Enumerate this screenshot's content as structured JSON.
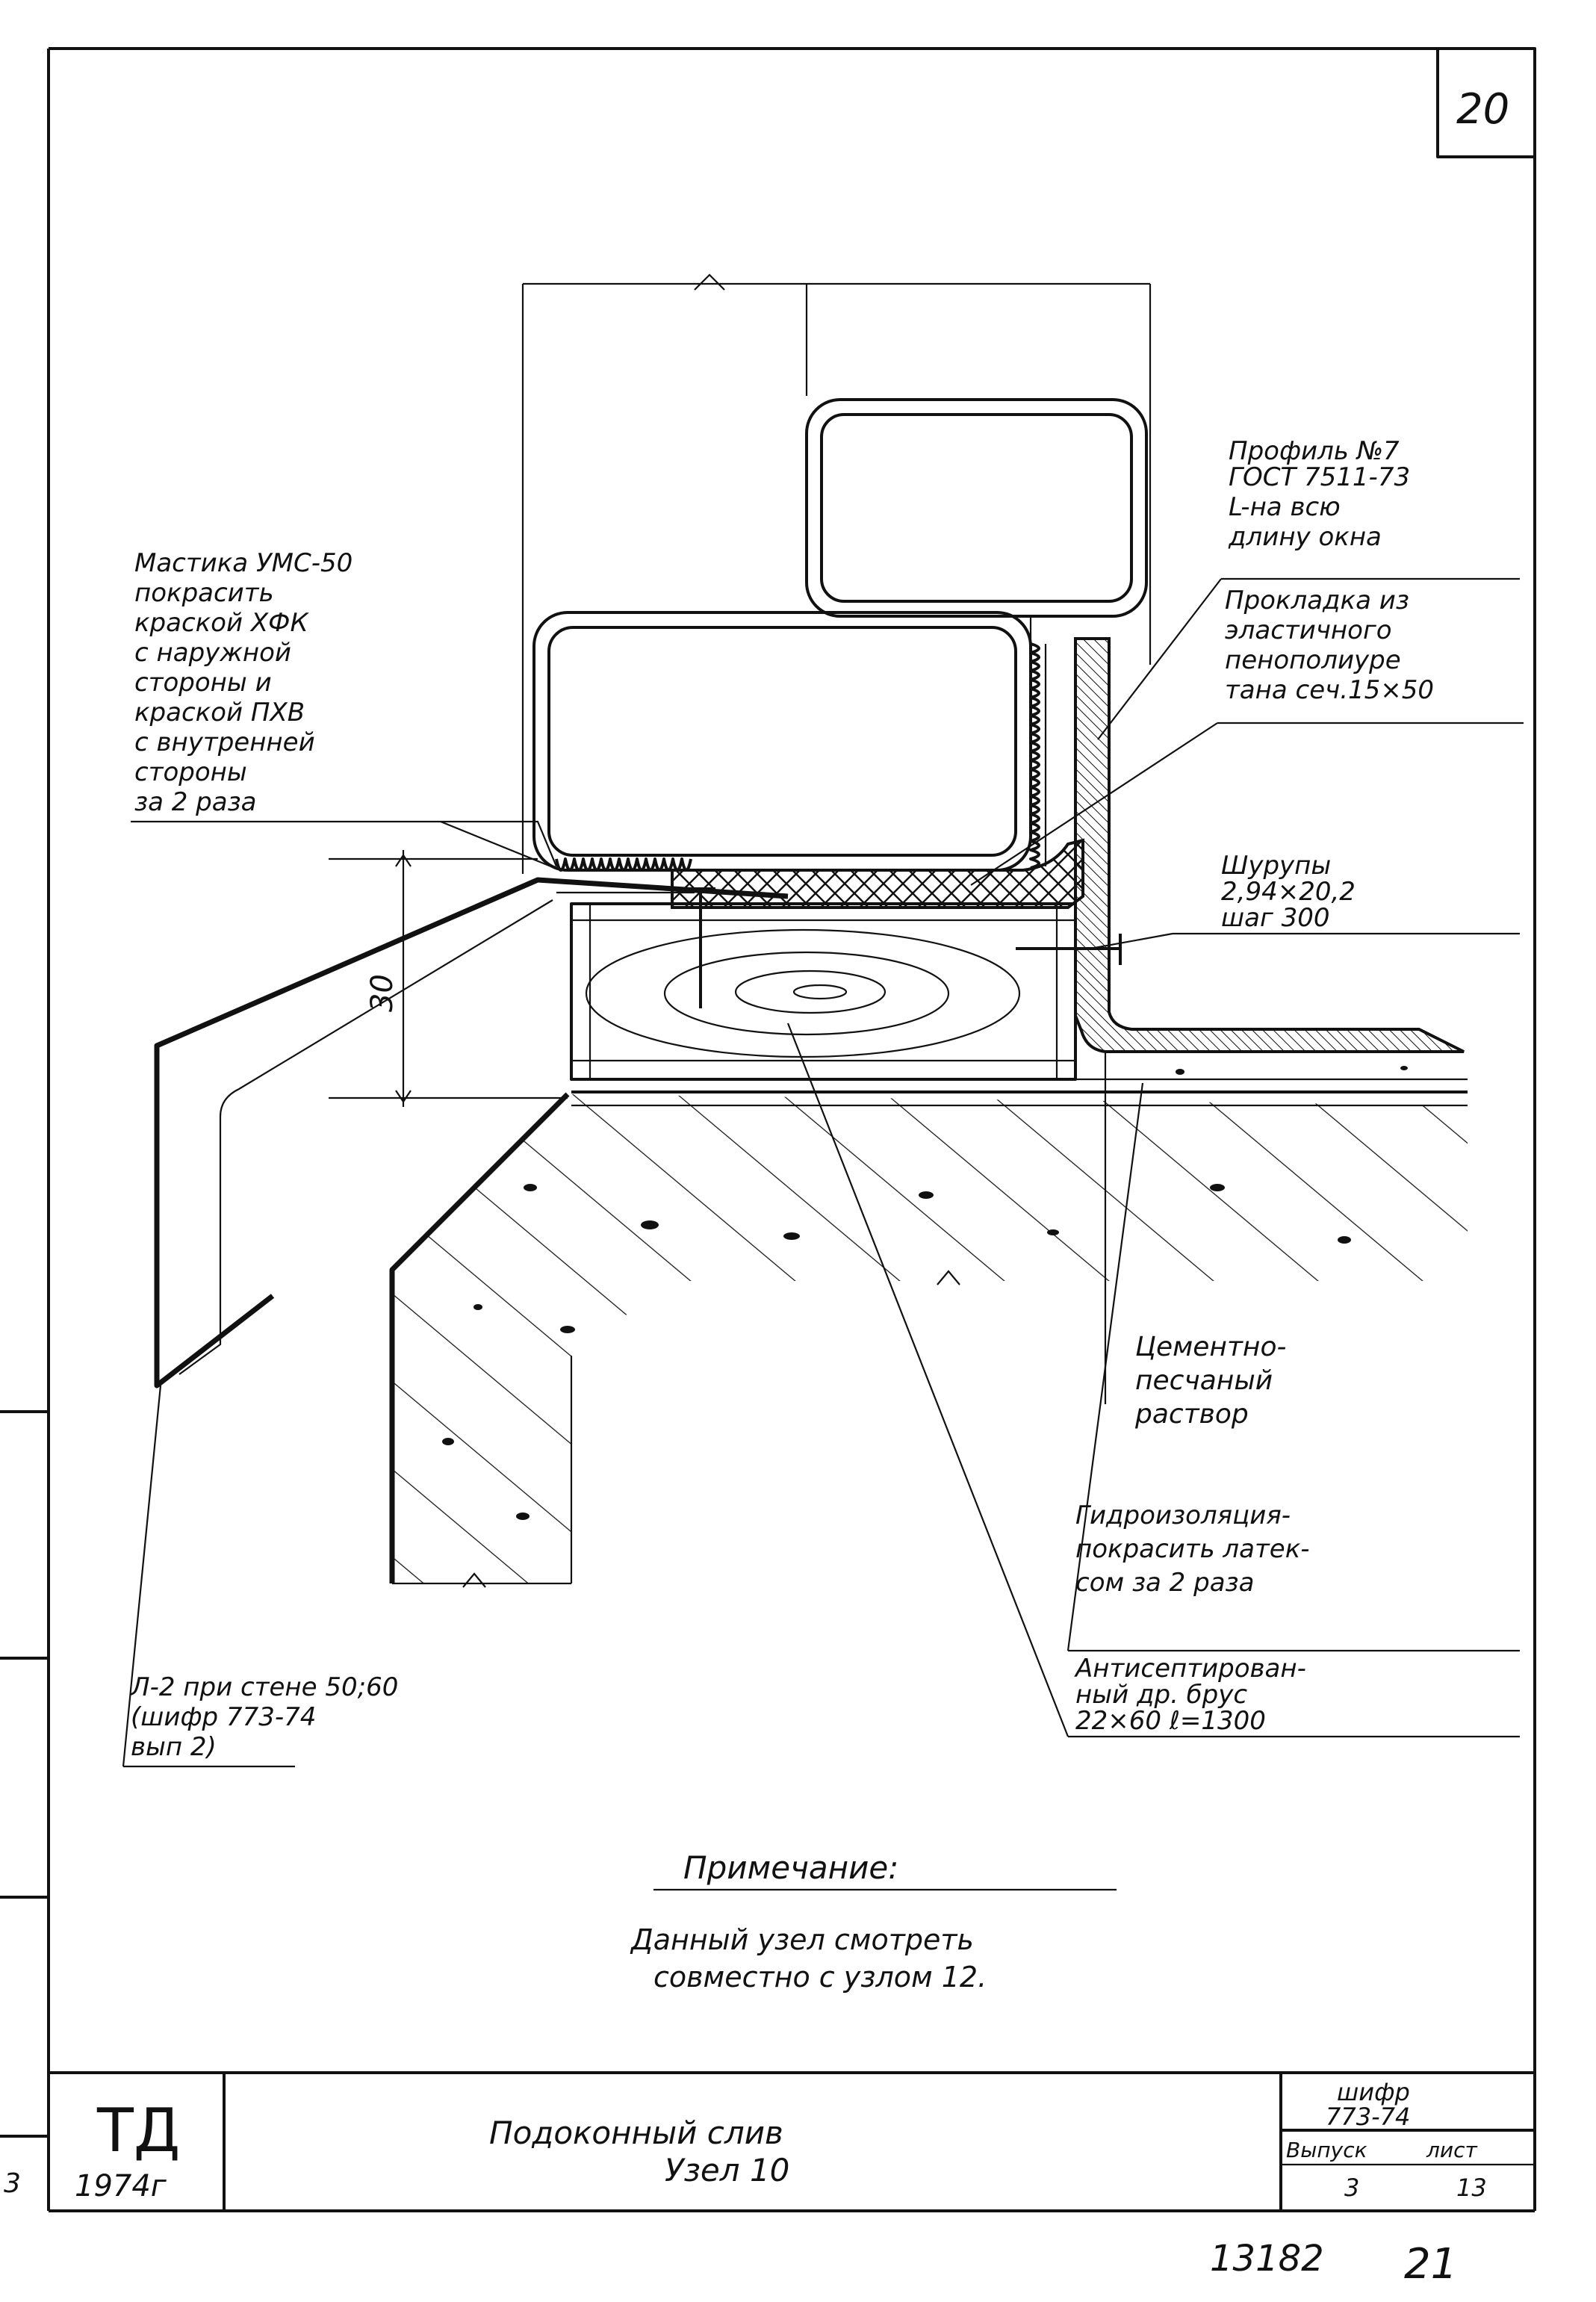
{
  "sheet": {
    "number": "20",
    "bottom_left_mark": "3"
  },
  "labels": {
    "profile": [
      "Профиль №7",
      "ГОСТ 7511-73",
      "L-на всю",
      "длину окна"
    ],
    "gasket": [
      "Прокладка из",
      "эластичного",
      "пенополиуре",
      "тана сеч.15×50"
    ],
    "mastic": [
      "Мастика УМС-50",
      "покрасить",
      "краской ХФК",
      "с наружной",
      "стороны и",
      "краской ПХВ",
      "с внутренней",
      "стороны",
      "за 2 раза"
    ],
    "screws": [
      "Шурупы",
      "2,94×20,2",
      "шаг 300"
    ],
    "mortar": [
      "Цементно-",
      "песчаный",
      "раствор"
    ],
    "waterproof": [
      "Гидроизоляция-",
      "покрасить латек-",
      "сом за 2 раза"
    ],
    "antiseptic": [
      "Антисептирован-",
      "ный др. брус",
      "22×60  ℓ=1300"
    ],
    "flashing": [
      "Л-2  при стене 50;60",
      "(шифр 773-74",
      "вып 2)"
    ]
  },
  "dimension": "30",
  "note": {
    "title": "Примечание:",
    "lines": [
      "Данный узел смотреть",
      "совместно с узлом 12."
    ]
  },
  "title_block": {
    "org": "ТД",
    "year": "1974г",
    "title_line1": "Подоконный  слив",
    "title_line2": "Узел 10",
    "code_label": "шифр",
    "code_value": "773-74",
    "issue_label": "Выпуск",
    "sheet_label": "лист",
    "issue_value": "3",
    "sheet_value": "13"
  },
  "footer": {
    "handwritten_left": "13182",
    "handwritten_right": "21"
  }
}
